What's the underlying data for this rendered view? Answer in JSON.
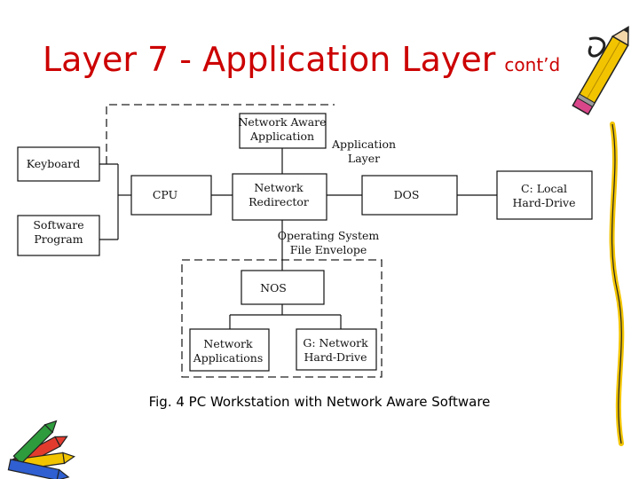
{
  "slide": {
    "title": "Layer 7 - Application Layer",
    "title_suffix": "cont’d",
    "caption": "Fig. 4 PC Workstation with Network Aware Software",
    "title_color": "#cc0000"
  },
  "diagram": {
    "network_aware_application": [
      "Network Aware",
      "Application"
    ],
    "application_layer": [
      "Application",
      "Layer"
    ],
    "keyboard": [
      "Keyboard"
    ],
    "cpu": [
      "CPU"
    ],
    "network_redirector": [
      "Network",
      "Redirector"
    ],
    "dos": [
      "DOS"
    ],
    "c_local_hard_drive": [
      "C: Local",
      "Hard-Drive"
    ],
    "software_program": [
      "Software",
      "Program"
    ],
    "operating_system_file_envelope": [
      "Operating System",
      "File Envelope"
    ],
    "nos": [
      "NOS"
    ],
    "network_applications": [
      "Network",
      "Applications"
    ],
    "g_network_hard_drive": [
      "G: Network",
      "Hard-Drive"
    ]
  },
  "icons": [
    "pencil-icon",
    "crayons-icon"
  ]
}
